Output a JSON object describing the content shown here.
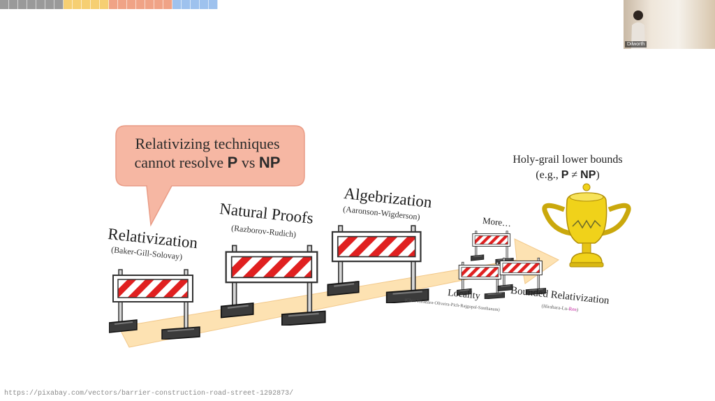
{
  "progress_strip": {
    "colors": [
      "#9a9a9a",
      "#9a9a9a",
      "#9a9a9a",
      "#9a9a9a",
      "#9a9a9a",
      "#9a9a9a",
      "#9a9a9a",
      "#f6cf72",
      "#f6cf72",
      "#f6cf72",
      "#f6cf72",
      "#f6cf72",
      "#f0a386",
      "#f0a386",
      "#f0a386",
      "#f0a386",
      "#f0a386",
      "#f0a386",
      "#f0a386",
      "#9ec2ee",
      "#9ec2ee",
      "#9ec2ee",
      "#9ec2ee",
      "#9ec2ee"
    ]
  },
  "video": {
    "name": "Dilworth"
  },
  "callout": {
    "line1": "Relativizing techniques",
    "line2_pre": "cannot resolve ",
    "p": "P",
    "vs": " vs ",
    "np": "NP"
  },
  "barriers": {
    "relativization": {
      "title": "Relativization",
      "authors": "(Baker-Gill-Solovay)"
    },
    "natural_proofs": {
      "title": "Natural Proofs",
      "authors": "(Razborov-Rudich)"
    },
    "algebrization": {
      "title": "Algebrization",
      "authors": "(Aaronson-Wigderson)"
    },
    "more": {
      "title": "More…"
    },
    "locality": {
      "title": "Locality",
      "authors": "(Chen-Hirahara-Oliveira-Pich-Rajgopal-Santhanam)"
    },
    "bounded_relativization": {
      "title": "Bounded Relativization",
      "authors_pre": "(Hirahara-Lu-",
      "authors_highlight": "Ren",
      "authors_post": ")"
    }
  },
  "goal": {
    "line1": "Holy-grail lower bounds",
    "line2_pre": "(e.g., ",
    "p": "P",
    "neq": " ≠ ",
    "np": "NP",
    "line2_post": ")"
  },
  "source_url": "https://pixabay.com/vectors/barrier-construction-road-street-1292873/",
  "colors": {
    "arrow": "#fde2b2",
    "callout_fill": "#f6b7a3",
    "barrier_red": "#e02020",
    "trophy_gold": "#f0d21a"
  }
}
